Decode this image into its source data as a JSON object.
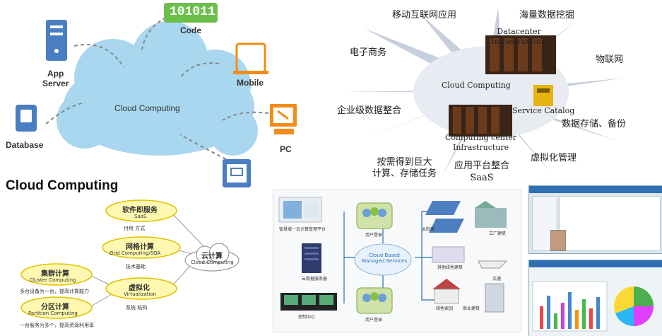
{
  "panel_a": {
    "cloud_label": "Cloud Computing",
    "code_bits": "101011",
    "code_label": "Code",
    "app_server_label": "App\nServer",
    "mobile_label": "Mobile",
    "database_label": "Database",
    "pc_label": "PC"
  },
  "panel_b": {
    "mobile_internet": "移动互联网应用",
    "data_mining": "海量数据挖掘",
    "ecommerce": "电子商务",
    "iot": "物联网",
    "enterprise_integration": "企业级数据整合",
    "storage_backup": "数据存储、备份",
    "on_demand": "按需得到巨大\n计算、存储任务",
    "platform_saas": "应用平台整合\nSaaS",
    "virtualization_mgmt": "虚拟化管理",
    "datacenter": "Datacenter\nInfrastructure",
    "cloud": "Cloud Computing",
    "service_catalog": "Service Catalog",
    "computing_center": "Computing center\nInfrastructure"
  },
  "panel_c": {
    "title": "Cloud Computing",
    "software_service_cn": "软件即服务",
    "software_service_en": "SaaS",
    "software_service_note": "付用 方式",
    "grid_cn": "网格计算",
    "grid_en": "Grid Computing/SOA",
    "grid_note": "技术基础",
    "cluster_cn": "集群计算",
    "cluster_en": "Cluster Computing",
    "cluster_note": "多台设备为一台，提高计算能力",
    "virt_cn": "虚拟化",
    "virt_en": "Virtualization",
    "virt_note": "系统 结构",
    "partition_cn": "分区计算",
    "partition_en": "Partition Computing",
    "partition_note": "一台服务为多个，提高资源利用率",
    "center_cn": "云计算",
    "center_en": "Cloud Computing"
  },
  "panel_d": {
    "center_label": "Cloud Based\nManaged Services",
    "user_login_top": "用户登录",
    "user_login_bottom": "用户登录",
    "platform_label": "智慧城一云计算管理平台",
    "server_label": "云数据服务器",
    "control_label": "控制中心",
    "solar_label": "太阳能",
    "factory_label": "工厂建筑",
    "greenhouse_label": "其他绿色建筑",
    "home_label": "绿色家园",
    "commercial_label": "商业建筑",
    "yacht_label": "交通"
  },
  "colors": {
    "cloud_blue": "#a9d7f0",
    "code_green": "#6cc04a",
    "pc_orange": "#f28c18",
    "ellipse_yellow": "#fff8b0",
    "ellipse_border": "#e0c200"
  }
}
